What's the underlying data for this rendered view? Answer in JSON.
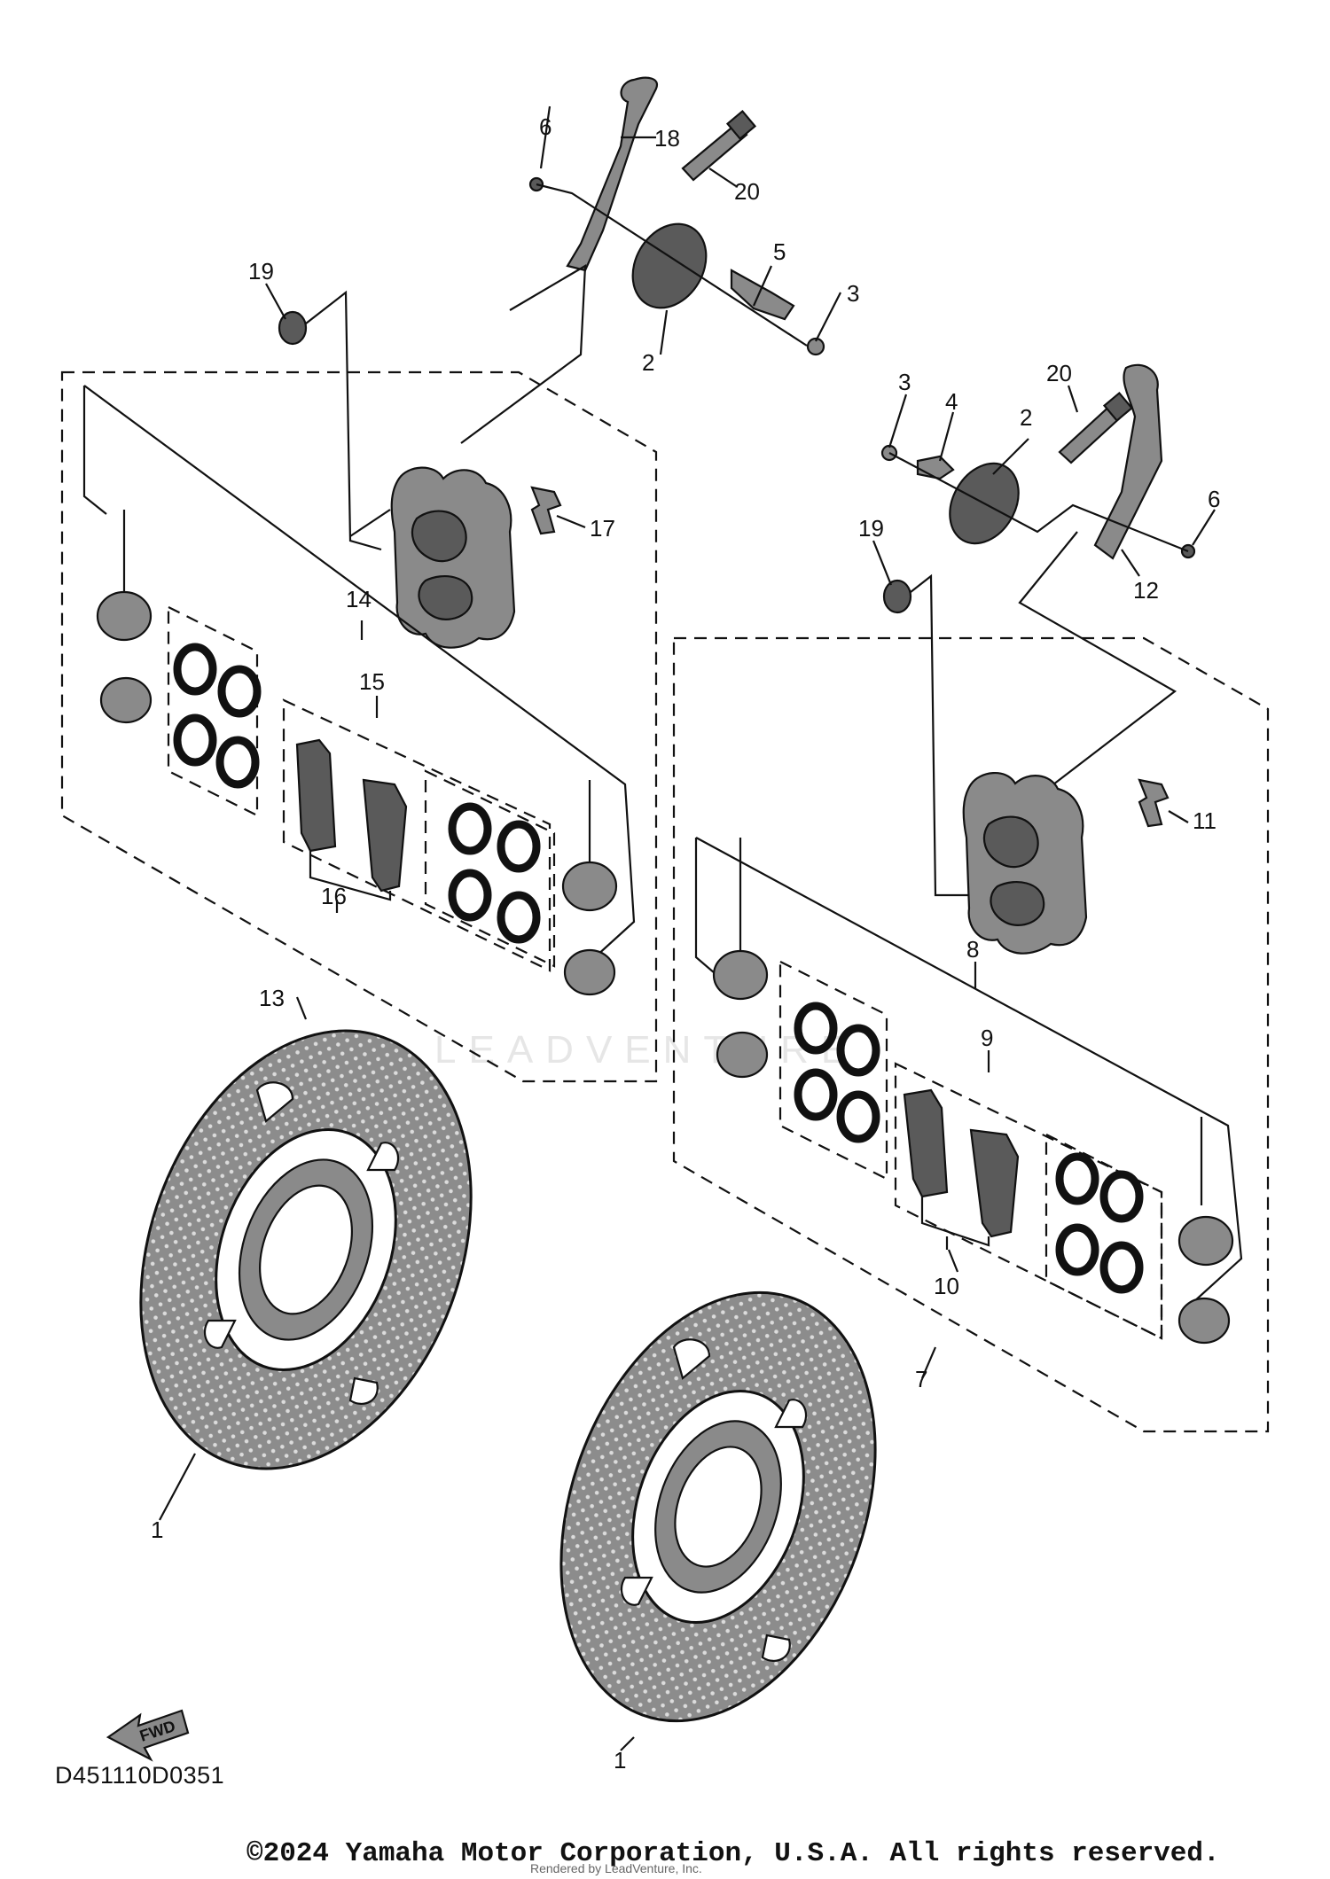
{
  "diagram": {
    "code": "D451110D0351",
    "fwd_label": "FWD",
    "copyright": "©2024 Yamaha Motor Corporation, U.S.A. All rights reserved.",
    "rendered_by": "Rendered by LeadVenture, Inc.",
    "watermark": "LEADVENTURE",
    "callouts": {
      "c1a": "1",
      "c1b": "1",
      "c2a": "2",
      "c2b": "2",
      "c3a": "3",
      "c3b": "3",
      "c4": "4",
      "c5": "5",
      "c6a": "6",
      "c6b": "6",
      "c7": "7",
      "c8": "8",
      "c9": "9",
      "c10": "10",
      "c11": "11",
      "c12": "12",
      "c13": "13",
      "c14": "14",
      "c15": "15",
      "c16": "16",
      "c17": "17",
      "c18": "18",
      "c19a": "19",
      "c19b": "19",
      "c20a": "20",
      "c20b": "20"
    }
  }
}
